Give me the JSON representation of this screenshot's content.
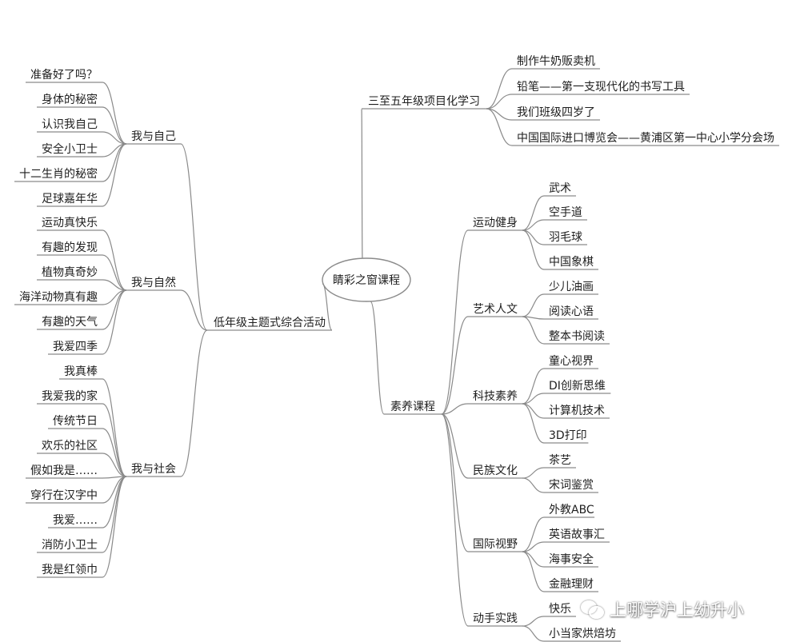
{
  "center": "睛彩之窗课程",
  "branches": {
    "top": {
      "label": "三至五年级项目化学习",
      "items": [
        "制作牛奶贩卖机",
        "铅笔——第一支现代化的书写工具",
        "我们班级四岁了",
        "中国国际进口博览会——黄浦区第一中心小学分会场"
      ]
    },
    "right": {
      "label": "素养课程",
      "groups": [
        {
          "label": "运动健身",
          "items": [
            "武术",
            "空手道",
            "羽毛球",
            "中国象棋"
          ]
        },
        {
          "label": "艺术人文",
          "items": [
            "少儿油画",
            "阅读心语",
            "整本书阅读"
          ]
        },
        {
          "label": "科技素养",
          "items": [
            "童心视界",
            "DI创新思维",
            "计算机技术",
            "3D打印"
          ]
        },
        {
          "label": "民族文化",
          "items": [
            "茶艺",
            "宋词鉴赏"
          ]
        },
        {
          "label": "国际视野",
          "items": [
            "外教ABC",
            "英语故事汇",
            "海事安全",
            "金融理财"
          ]
        },
        {
          "label": "动手实践",
          "items": [
            "快乐",
            "小当家烘焙坊"
          ]
        }
      ]
    },
    "left": {
      "label": "低年级主题式综合活动",
      "groups": [
        {
          "label": "我与自己",
          "items": [
            "准备好了吗？",
            "身体的秘密",
            "认识我自己",
            "安全小卫士",
            "十二生肖的秘密",
            "足球嘉年华"
          ]
        },
        {
          "label": "我与自然",
          "items": [
            "运动真快乐",
            "有趣的发现",
            "植物真奇妙",
            "海洋动物真有趣",
            "有趣的天气",
            "我爱四季"
          ]
        },
        {
          "label": "我与社会",
          "items": [
            "我真棒",
            "我爱我的家",
            "传统节日",
            "欢乐的社区",
            "假如我是……",
            "穿行在汉字中",
            "我爱……",
            "消防小卫士",
            "我是红领巾"
          ]
        }
      ]
    }
  },
  "watermark": {
    "text": "上哪学沪上幼升小",
    "icon": "wechat-icon"
  }
}
